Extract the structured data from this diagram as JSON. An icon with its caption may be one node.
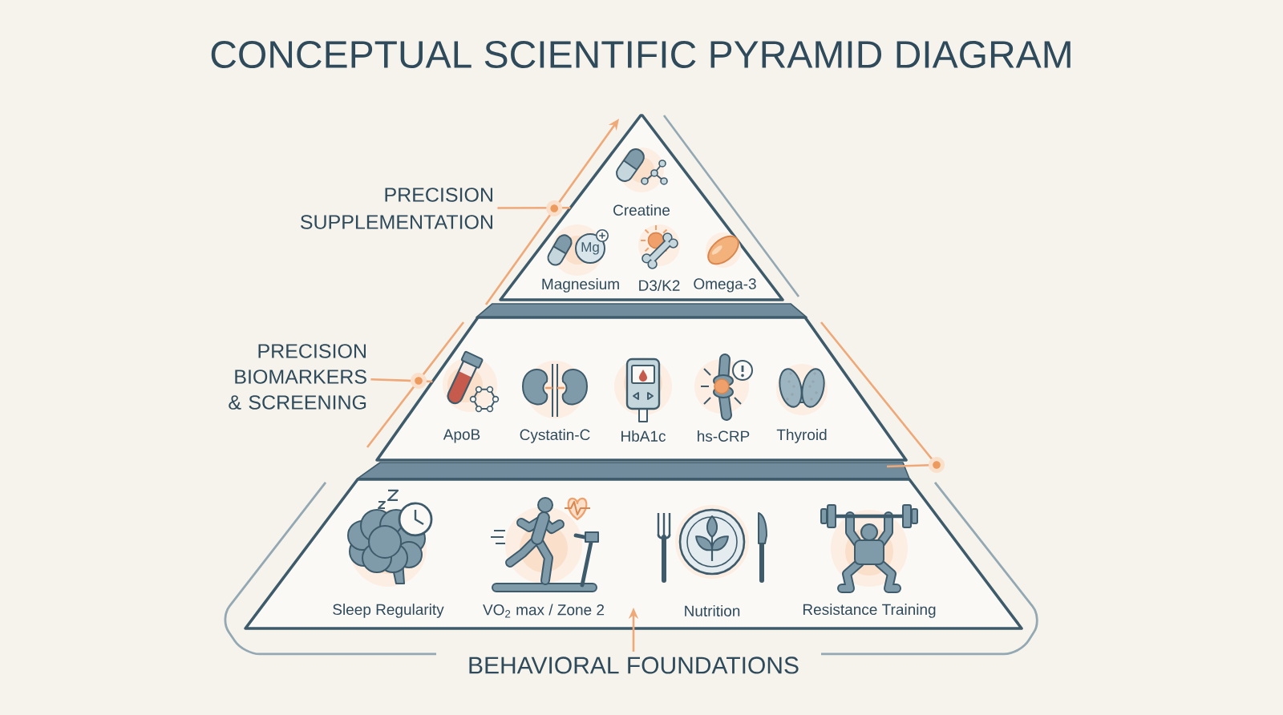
{
  "diagram": {
    "title": "CONCEPTUAL SCIENTIFIC PYRAMID DIAGRAM",
    "nodes": [
      {
        "text": [
          "PRECISION SUPPLEMENTATION"
        ]
      },
      {
        "text": [
          "Creatine",
          "Magnesium",
          "D3/K2",
          "Omega-3"
        ]
      },
      {
        "text": [
          "PRECISION BIOMARKERS & SCREENING"
        ]
      },
      {
        "text": [
          "ApoB",
          "Cystatin-C",
          "HbA1c",
          "hs-CRP",
          "Thyroid"
        ]
      },
      {
        "text": [
          "Sleep Regularity",
          "VO$_{2}$ max / Zone 2",
          "Nutrition",
          "Resistance Training"
        ]
      },
      {
        "text": [
          "BEHAVIORAL FOUNDATIONS"
        ]
      }
    ],
    "edges": [
      {
        "from": 0,
        "to": 1,
        "arrow": "none"
      },
      {
        "from": 2,
        "to": 3,
        "arrow": "none"
      },
      {
        "from": 5,
        "to": 4,
        "arrow": "to"
      }
    ],
    "labels": [
      "Mg"
    ]
  }
}
